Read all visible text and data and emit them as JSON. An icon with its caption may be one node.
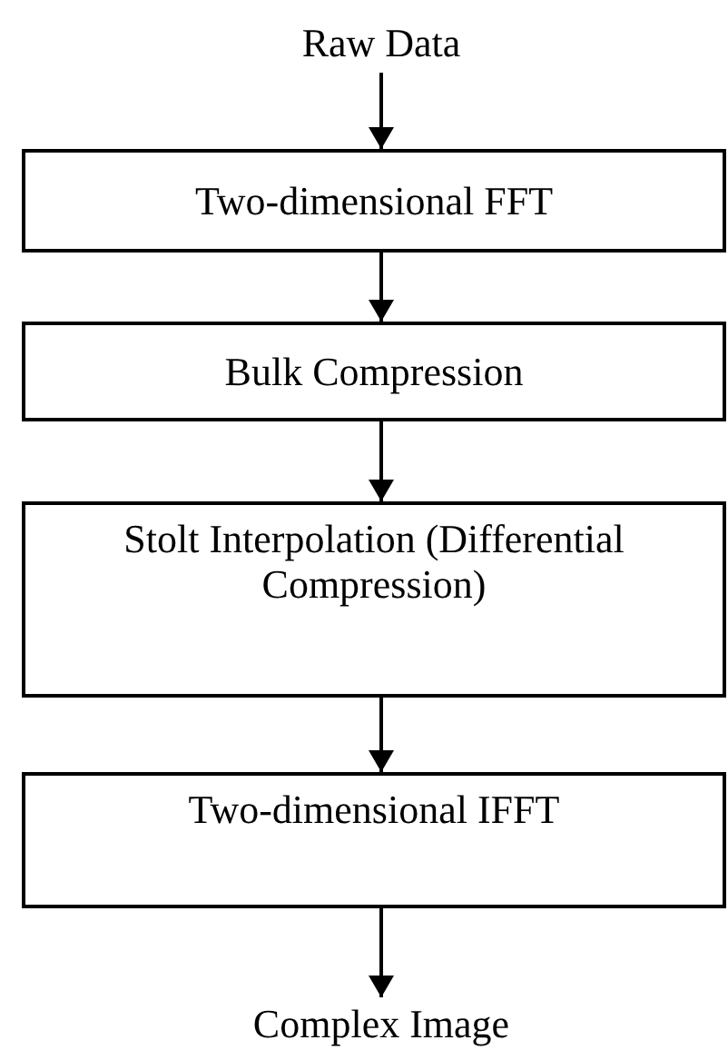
{
  "diagram": {
    "nodes": [
      {
        "text": [
          "Raw Data"
        ]
      },
      {
        "text": [
          "Two-dimensional FFT"
        ]
      },
      {
        "text": [
          "Bulk Compression"
        ]
      },
      {
        "text": [
          "Stolt Interpolation (Differential Compression)"
        ]
      },
      {
        "text": [
          "Two-dimensional IFFT"
        ]
      },
      {
        "text": [
          "Complex Image"
        ]
      }
    ],
    "edges": [
      {
        "from": 0,
        "to": 1,
        "arrow": "to"
      },
      {
        "from": 1,
        "to": 2,
        "arrow": "to"
      },
      {
        "from": 2,
        "to": 3,
        "arrow": "to"
      },
      {
        "from": 3,
        "to": 4,
        "arrow": "to"
      },
      {
        "from": 4,
        "to": 5,
        "arrow": "to"
      }
    ]
  }
}
